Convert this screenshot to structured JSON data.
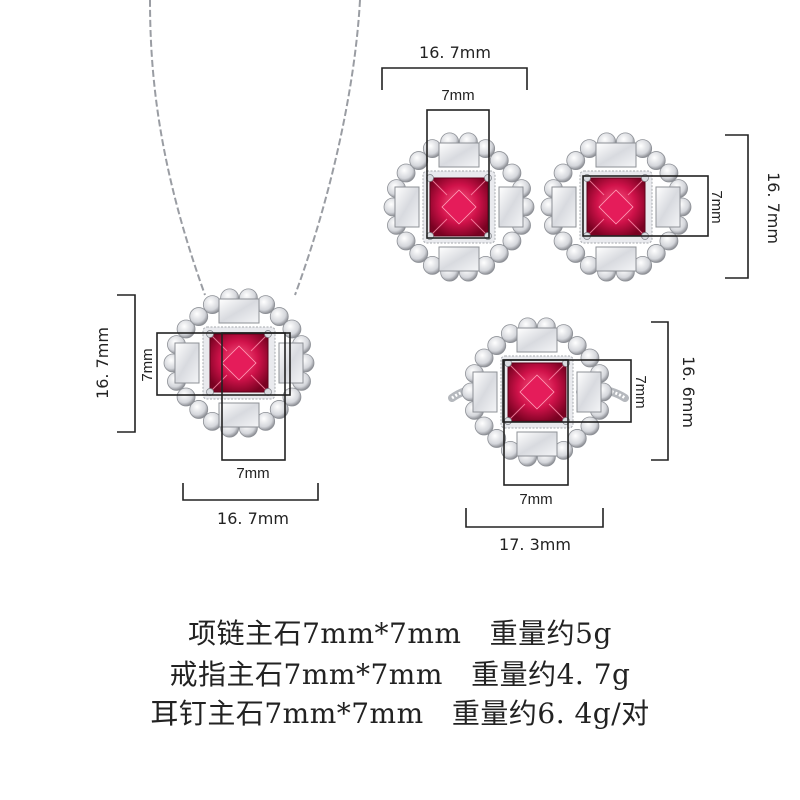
{
  "dimensions": {
    "necklace": {
      "width": "16. 7mm",
      "height": "16. 7mm",
      "stone_w": "7mm",
      "stone_h": "7mm"
    },
    "earring": {
      "width": "16. 7mm",
      "height": "16. 7mm",
      "stone_w": "7mm",
      "stone_h": "7mm"
    },
    "ring": {
      "width": "17. 3mm",
      "height": "16. 6mm",
      "stone_w": "7mm",
      "stone_h": "7mm"
    }
  },
  "captions": [
    {
      "item": "项链主石7mm*7mm",
      "weight": "重量约5g"
    },
    {
      "item": "戒指主石7mm*7mm",
      "weight": "重量约4. 7g"
    },
    {
      "item": "耳钉主石7mm*7mm",
      "weight": "重量约6. 4g/对"
    }
  ],
  "colors": {
    "ruby": "#c8103c",
    "silver": "#b9bcc2",
    "line": "#222222"
  }
}
